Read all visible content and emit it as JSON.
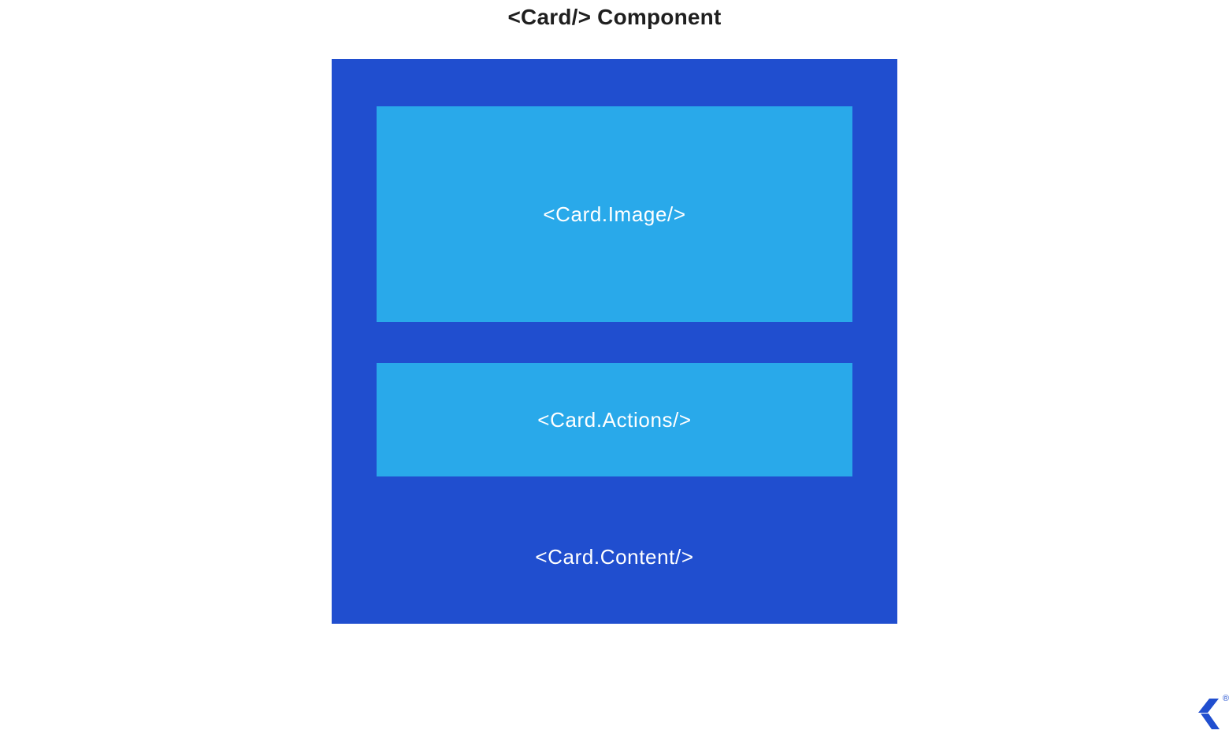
{
  "page": {
    "title": "<Card/> Component",
    "background": "#FFFFFF",
    "title_color": "#1F1F1F"
  },
  "card": {
    "background": "#204ECF",
    "section_background": "#29A9EA",
    "label_color": "#FFFFFF",
    "sections": [
      {
        "id": "image",
        "label": "<Card.Image/>"
      },
      {
        "id": "actions",
        "label": "<Card.Actions/>"
      },
      {
        "id": "content",
        "label": "<Card.Content/>"
      }
    ]
  },
  "branding": {
    "logo_icon": "toptal-logo-icon",
    "logo_color": "#204ECF",
    "registered_mark": "®"
  }
}
